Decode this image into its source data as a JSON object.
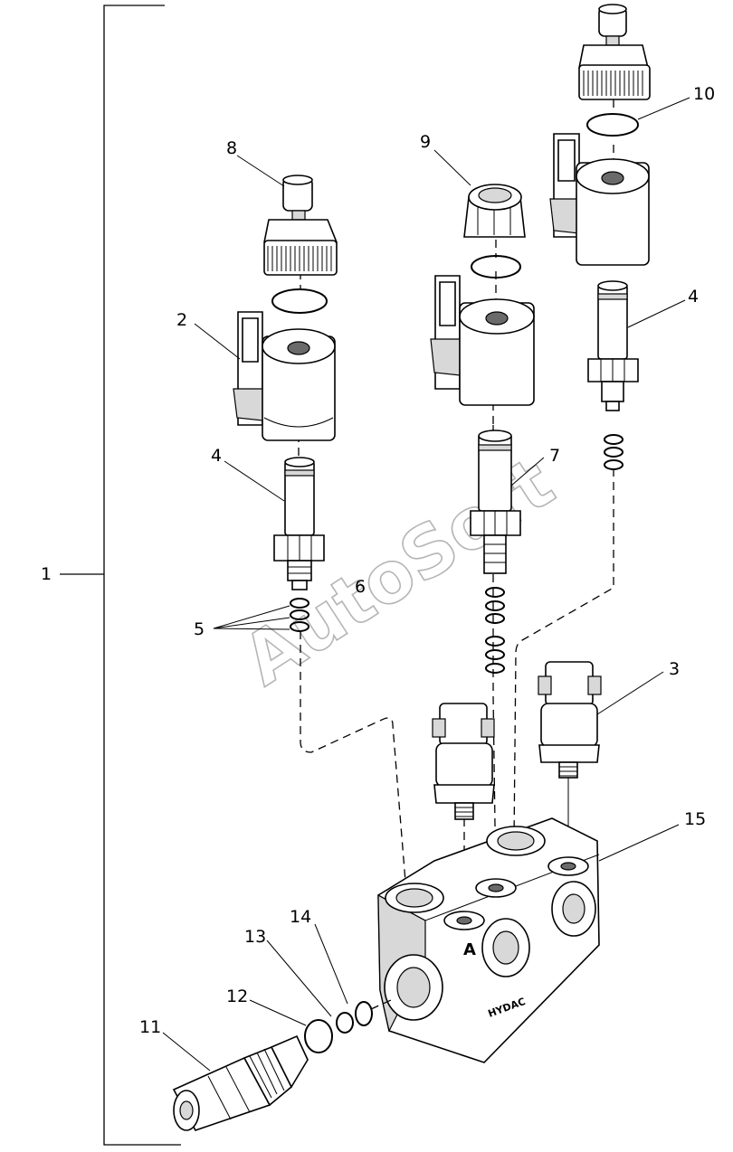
{
  "callouts": {
    "c1": "1",
    "c2": "2",
    "c3": "3",
    "c4a": "4",
    "c4b": "4",
    "c5": "5",
    "c6": "6",
    "c7": "7",
    "c8": "8",
    "c9": "9",
    "c10": "10",
    "c11": "11",
    "c12": "12",
    "c13": "13",
    "c14": "14",
    "c15": "15"
  },
  "body_text": {
    "port_letter": "A",
    "brand_marking": "HYDAC"
  },
  "watermark": "AutoSoft"
}
